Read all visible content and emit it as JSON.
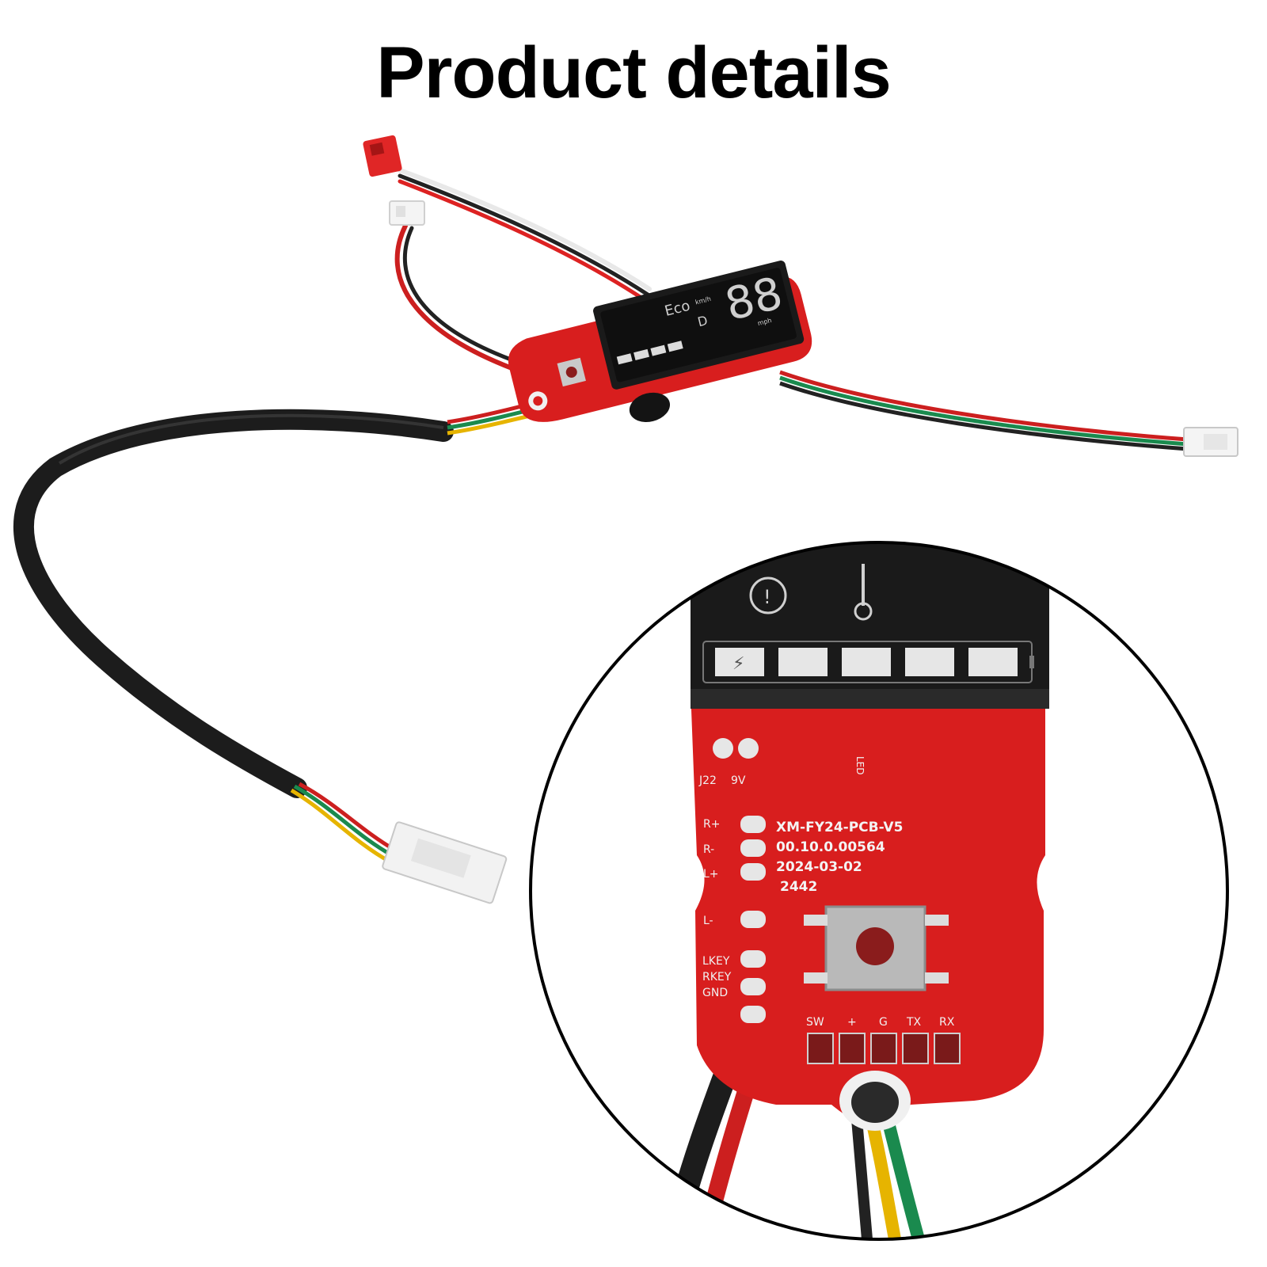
{
  "title": "Product details",
  "display": {
    "speed_digits": "88",
    "mode_label": "Eco",
    "gear_label": "D",
    "unit_kmh": "km/h",
    "unit_mph": "mph"
  },
  "board": {
    "model": "XM-FY24-PCB-V5",
    "version": "00.10.0.00564",
    "date": "2024-03-02",
    "batch": "2442",
    "pad_labels": [
      "R+",
      "R-",
      "L+",
      "L-"
    ],
    "jumper_labels": [
      "J22",
      "9V"
    ],
    "key_labels": [
      "LKEY",
      "RKEY",
      "GND"
    ],
    "header_labels": [
      "SW",
      "+",
      "G",
      "TX",
      "RX"
    ],
    "led_label": "LED"
  },
  "colors": {
    "pcb": "#d81e1e",
    "lcd": "#1a1a1a",
    "cable": "#1c1c1c",
    "connector": "#f2f2f2"
  }
}
